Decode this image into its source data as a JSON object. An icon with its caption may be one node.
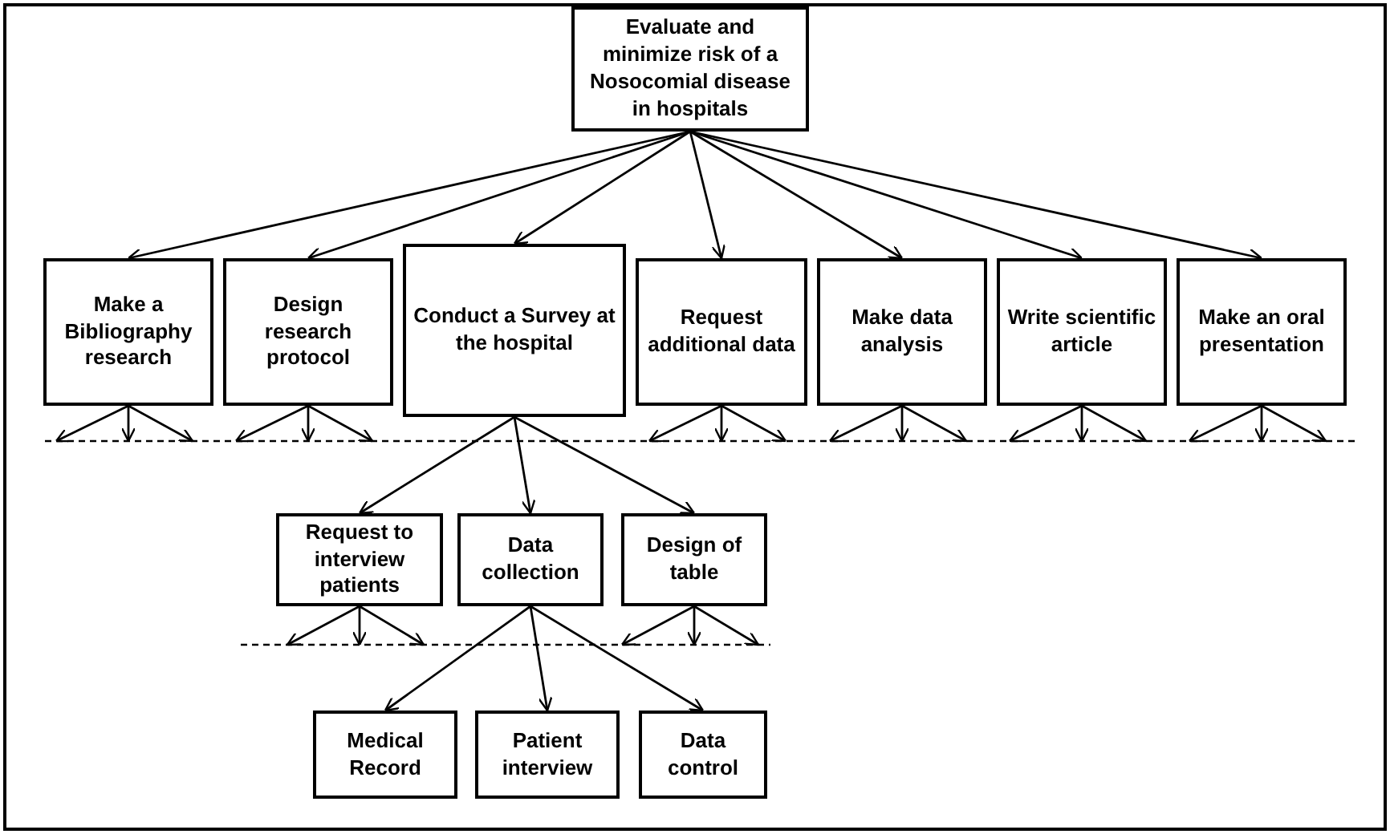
{
  "diagram": {
    "nodes": [
      {
        "text": [
          "Evaluate and minimize risk of a Nosocomial disease in hospitals"
        ]
      },
      {
        "text": [
          "Make a Bibliography research"
        ]
      },
      {
        "text": [
          "Design research protocol"
        ]
      },
      {
        "text": [
          "Conduct a Survey at the hospital"
        ]
      },
      {
        "text": [
          "Request additional data"
        ]
      },
      {
        "text": [
          "Make data analysis"
        ]
      },
      {
        "text": [
          "Write scientific article"
        ]
      },
      {
        "text": [
          "Make an oral presentation"
        ]
      },
      {
        "text": [
          "Request to interview patients"
        ]
      },
      {
        "text": [
          "Data collection"
        ]
      },
      {
        "text": [
          "Design of table"
        ]
      },
      {
        "text": [
          "Medical Record"
        ]
      },
      {
        "text": [
          "Patient interview"
        ]
      },
      {
        "text": [
          "Data control"
        ]
      }
    ],
    "edges": [
      {
        "from": 0,
        "to": 1,
        "arrow": "to"
      },
      {
        "from": 0,
        "to": 2,
        "arrow": "to"
      },
      {
        "from": 0,
        "to": 3,
        "arrow": "to"
      },
      {
        "from": 0,
        "to": 4,
        "arrow": "to"
      },
      {
        "from": 0,
        "to": 5,
        "arrow": "to"
      },
      {
        "from": 0,
        "to": 6,
        "arrow": "to"
      },
      {
        "from": 0,
        "to": 7,
        "arrow": "to"
      },
      {
        "from": 3,
        "to": 8,
        "arrow": "to"
      },
      {
        "from": 3,
        "to": 9,
        "arrow": "to"
      },
      {
        "from": 3,
        "to": 10,
        "arrow": "to"
      },
      {
        "from": 9,
        "to": 11,
        "arrow": "to"
      },
      {
        "from": 9,
        "to": 12,
        "arrow": "to"
      },
      {
        "from": 9,
        "to": 13,
        "arrow": "to"
      },
      {
        "from": 1,
        "to": null,
        "arrow": "to"
      },
      {
        "from": 1,
        "to": null,
        "arrow": "to"
      },
      {
        "from": 1,
        "to": null,
        "arrow": "to"
      },
      {
        "from": 2,
        "to": null,
        "arrow": "to"
      },
      {
        "from": 2,
        "to": null,
        "arrow": "to"
      },
      {
        "from": 2,
        "to": null,
        "arrow": "to"
      },
      {
        "from": 4,
        "to": null,
        "arrow": "to"
      },
      {
        "from": 4,
        "to": null,
        "arrow": "to"
      },
      {
        "from": 4,
        "to": null,
        "arrow": "to"
      },
      {
        "from": 5,
        "to": null,
        "arrow": "to"
      },
      {
        "from": 5,
        "to": null,
        "arrow": "to"
      },
      {
        "from": 5,
        "to": null,
        "arrow": "to"
      },
      {
        "from": 6,
        "to": null,
        "arrow": "to"
      },
      {
        "from": 6,
        "to": null,
        "arrow": "to"
      },
      {
        "from": 6,
        "to": null,
        "arrow": "to"
      },
      {
        "from": 7,
        "to": null,
        "arrow": "to"
      },
      {
        "from": 7,
        "to": null,
        "arrow": "to"
      },
      {
        "from": 7,
        "to": null,
        "arrow": "to"
      },
      {
        "from": 8,
        "to": null,
        "arrow": "to"
      },
      {
        "from": 8,
        "to": null,
        "arrow": "to"
      },
      {
        "from": 8,
        "to": null,
        "arrow": "to"
      },
      {
        "from": 10,
        "to": null,
        "arrow": "to"
      },
      {
        "from": 10,
        "to": null,
        "arrow": "to"
      },
      {
        "from": 10,
        "to": null,
        "arrow": "to"
      }
    ]
  }
}
